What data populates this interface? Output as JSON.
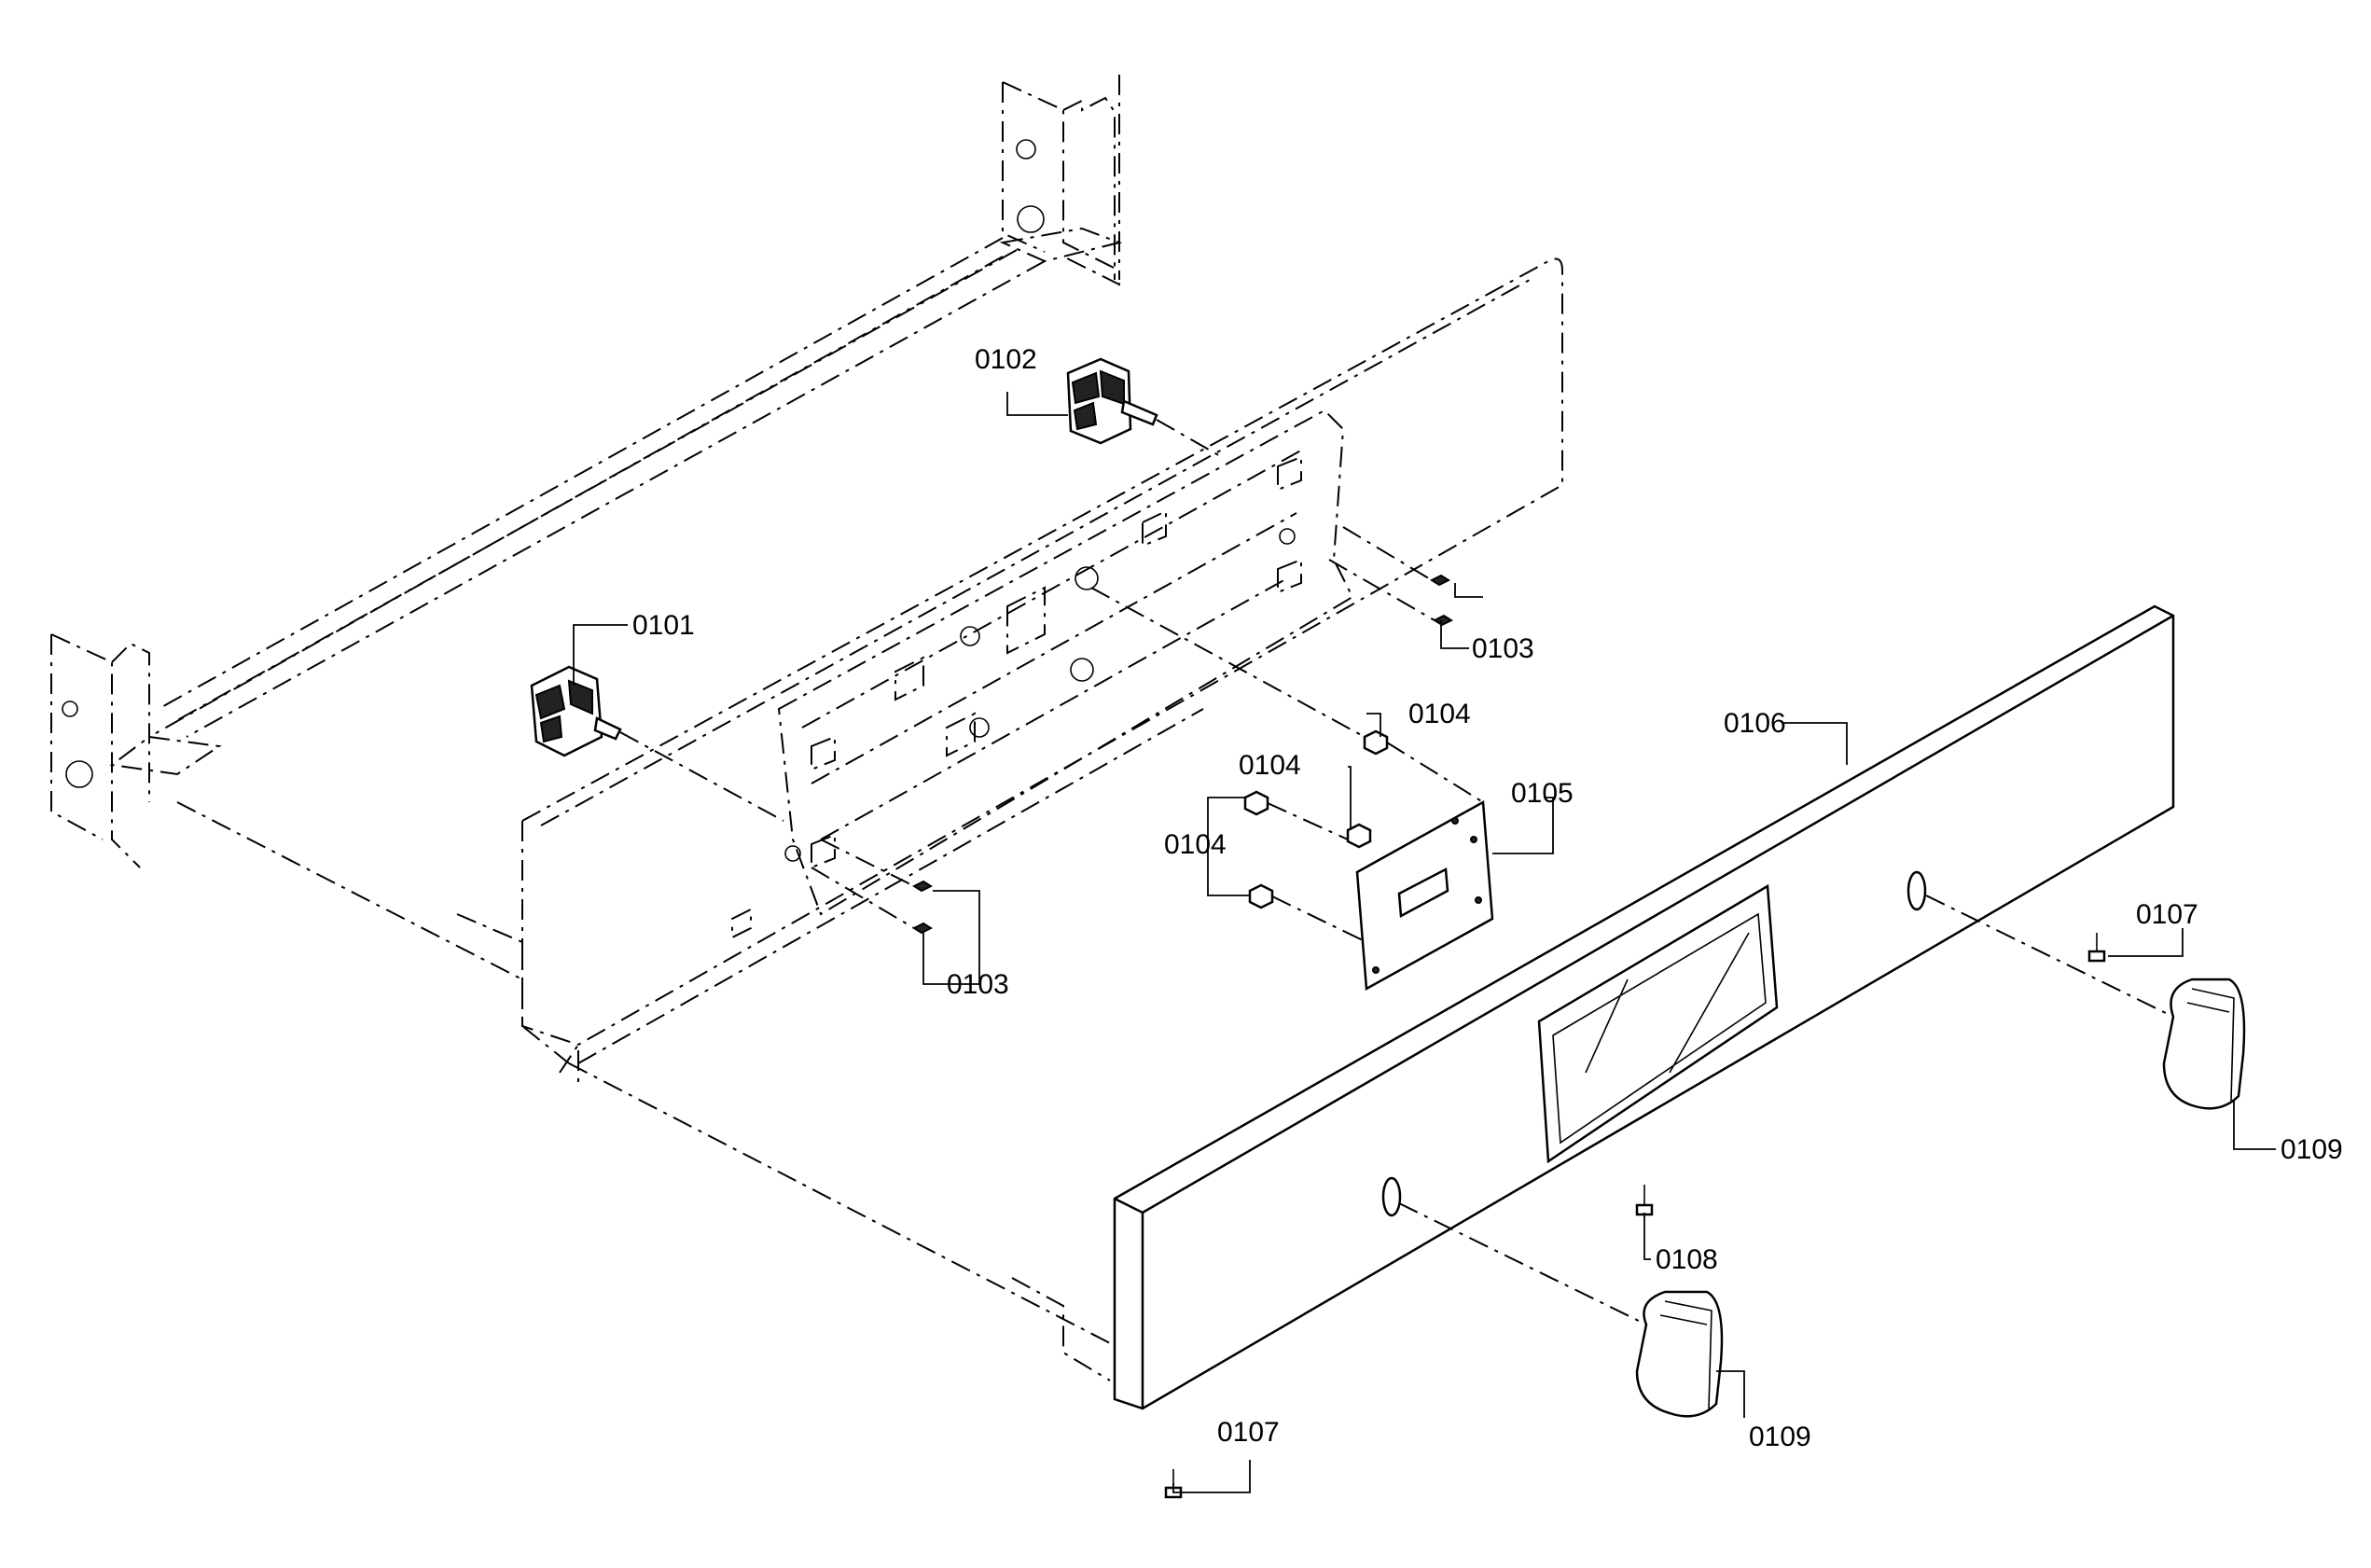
{
  "callouts": {
    "c0101": "0101",
    "c0102": "0102",
    "c0103_left": "0103",
    "c0103_right": "0103",
    "c0104_top": "0104",
    "c0104_mid": "0104",
    "c0104_left": "0104",
    "c0105": "0105",
    "c0106": "0106",
    "c0107_right": "0107",
    "c0107_bottom": "0107",
    "c0108": "0108",
    "c0109_right": "0109",
    "c0109_bottom": "0109"
  }
}
